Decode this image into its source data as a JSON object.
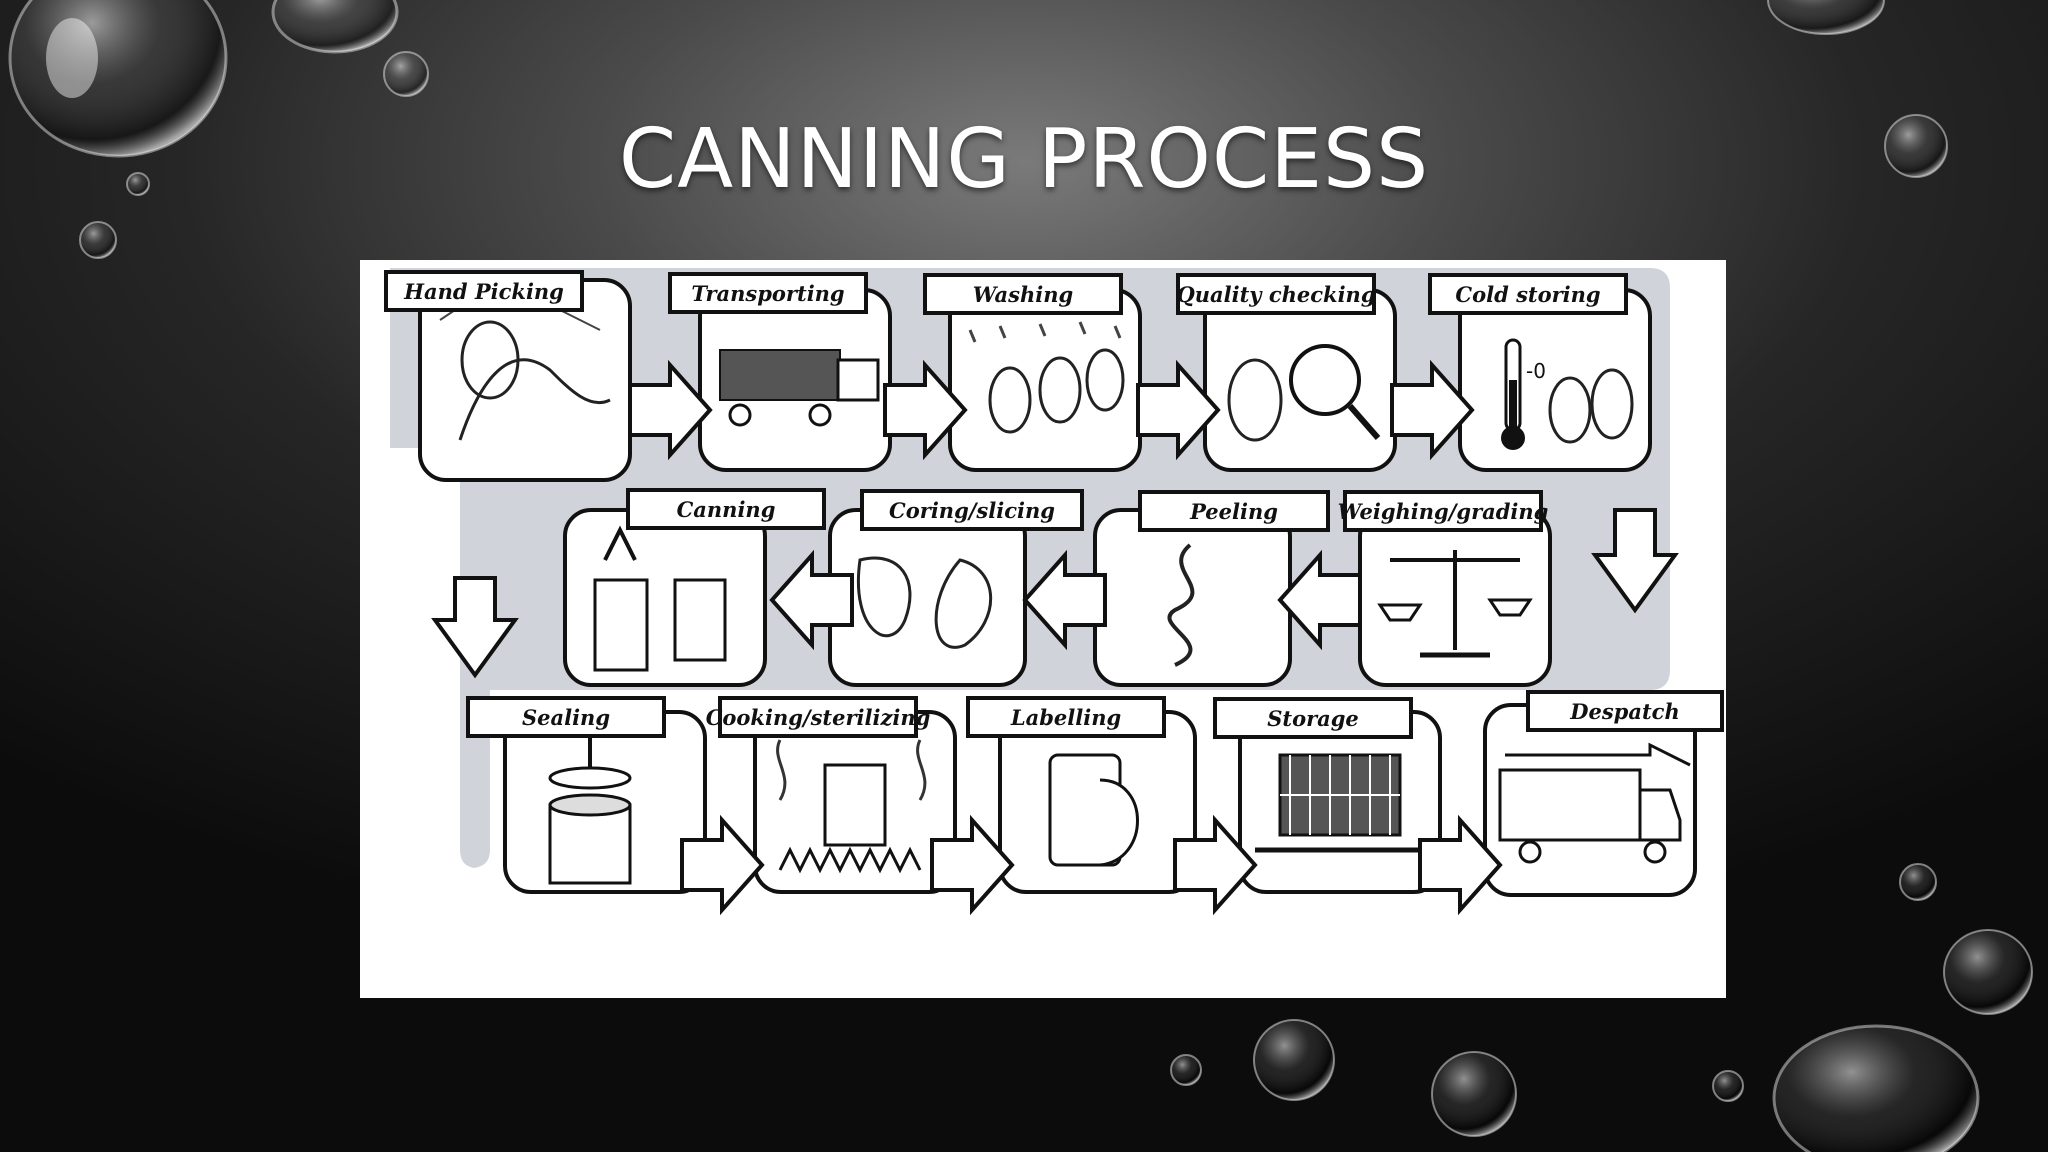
{
  "slide": {
    "title": "CANNING PROCESS"
  },
  "diagram": {
    "steps": [
      {
        "label": "Hand Picking"
      },
      {
        "label": "Transporting"
      },
      {
        "label": "Washing"
      },
      {
        "label": "Quality checking"
      },
      {
        "label": "Cold storing"
      },
      {
        "label": "Weighing/grading"
      },
      {
        "label": "Peeling"
      },
      {
        "label": "Coring/slicing"
      },
      {
        "label": "Canning"
      },
      {
        "label": "Sealing"
      },
      {
        "label": "Cooking/sterilizing"
      },
      {
        "label": "Labelling"
      },
      {
        "label": "Storage"
      },
      {
        "label": "Despatch"
      }
    ],
    "thermometer_text": "-0"
  },
  "colors": {
    "background": "#1a1a1a",
    "title": "#ffffff",
    "panel_band": "#c8cbd2",
    "line": "#111111"
  }
}
